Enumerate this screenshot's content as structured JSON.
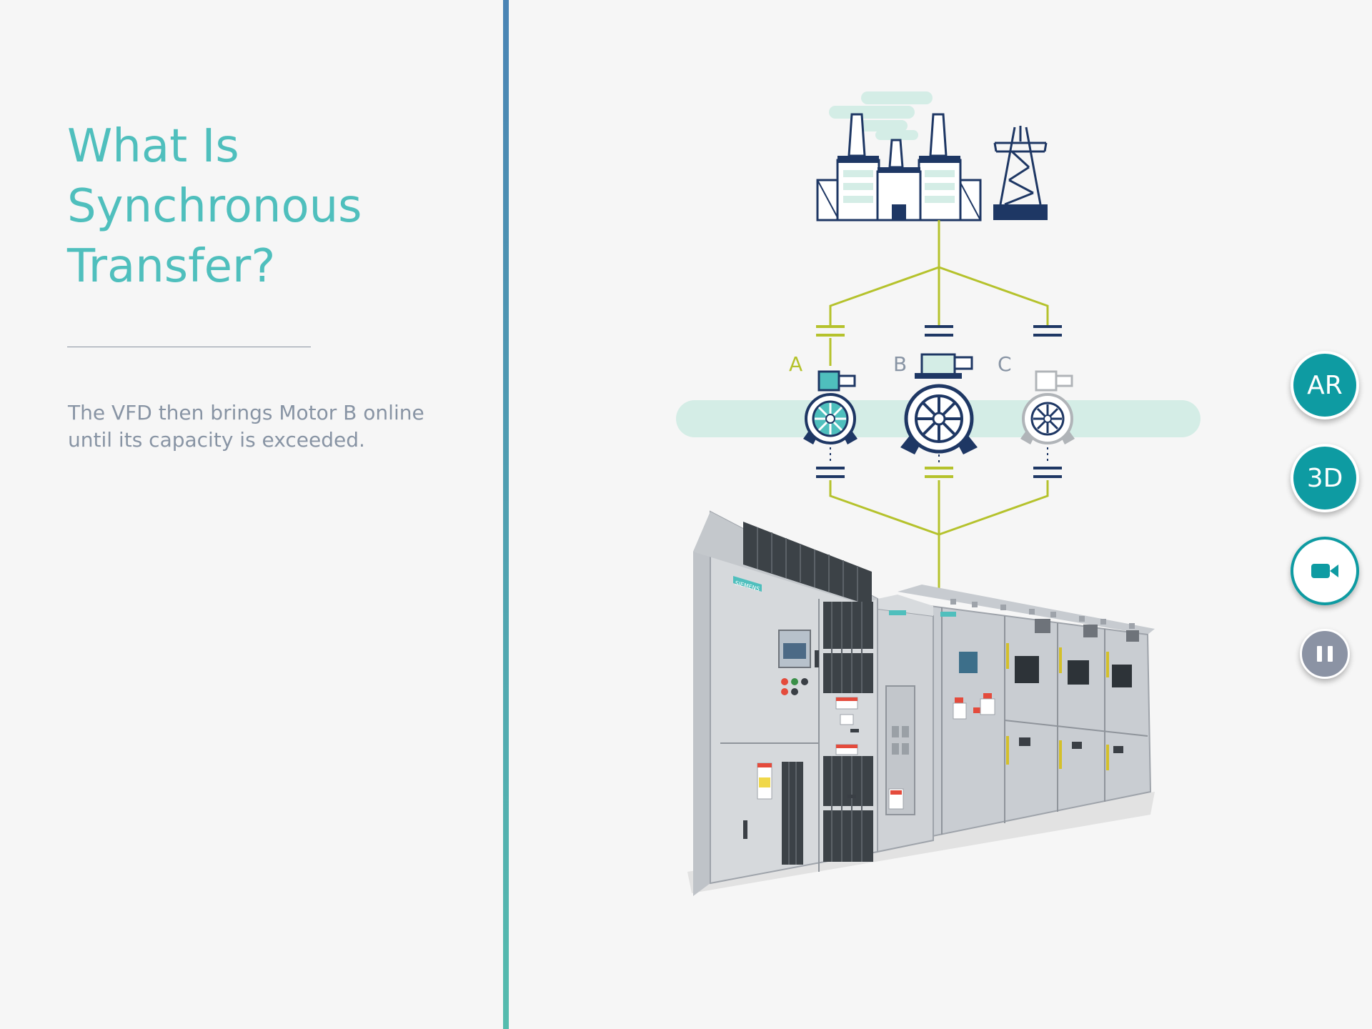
{
  "left_panel": {
    "title_lines": [
      "What Is",
      "Synchronous",
      "Transfer?"
    ],
    "description": "The VFD then brings Motor B online until its capacity is exceeded."
  },
  "diagram": {
    "motor_labels": {
      "a": "A",
      "b": "B",
      "c": "C"
    },
    "motor_states": {
      "a": "running",
      "b": "ramping-on-vfd",
      "c": "idle"
    },
    "cabinet_brand": "SIEMENS",
    "colors": {
      "line": "#b5c22c",
      "navy": "#1e3764",
      "teal": "#4fbfbd",
      "mint": "#d4ede6",
      "grey": "#b0b4b8"
    }
  },
  "controls": {
    "ar_label": "AR",
    "three_d_label": "3D",
    "video_icon": "video-camera-icon",
    "pause_icon": "pause-icon"
  }
}
